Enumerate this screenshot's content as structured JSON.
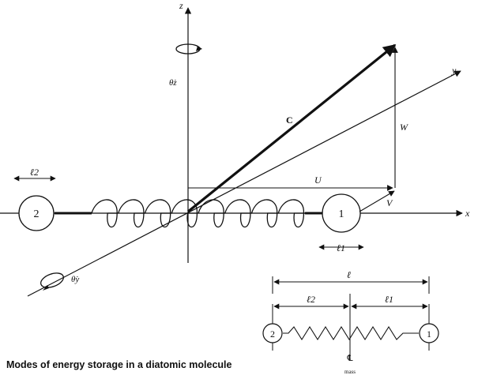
{
  "caption": "Modes of energy storage in a diatomic molecule",
  "axes": {
    "x": "x",
    "y": "y",
    "z": "z"
  },
  "rotations": {
    "z": "θ̇z",
    "y": "θ̇y"
  },
  "vectors": {
    "c": "C",
    "u": "U",
    "v": "V",
    "w": "W"
  },
  "atoms": {
    "left": "2",
    "right": "1"
  },
  "dims": {
    "l1": "ℓ1",
    "l2": "ℓ2",
    "l": "ℓ"
  },
  "inset": {
    "atom_left": "2",
    "atom_right": "1",
    "total": "ℓ",
    "l2": "ℓ2",
    "l1": "ℓ1",
    "cm": "℄",
    "cm_sub": "mass"
  }
}
